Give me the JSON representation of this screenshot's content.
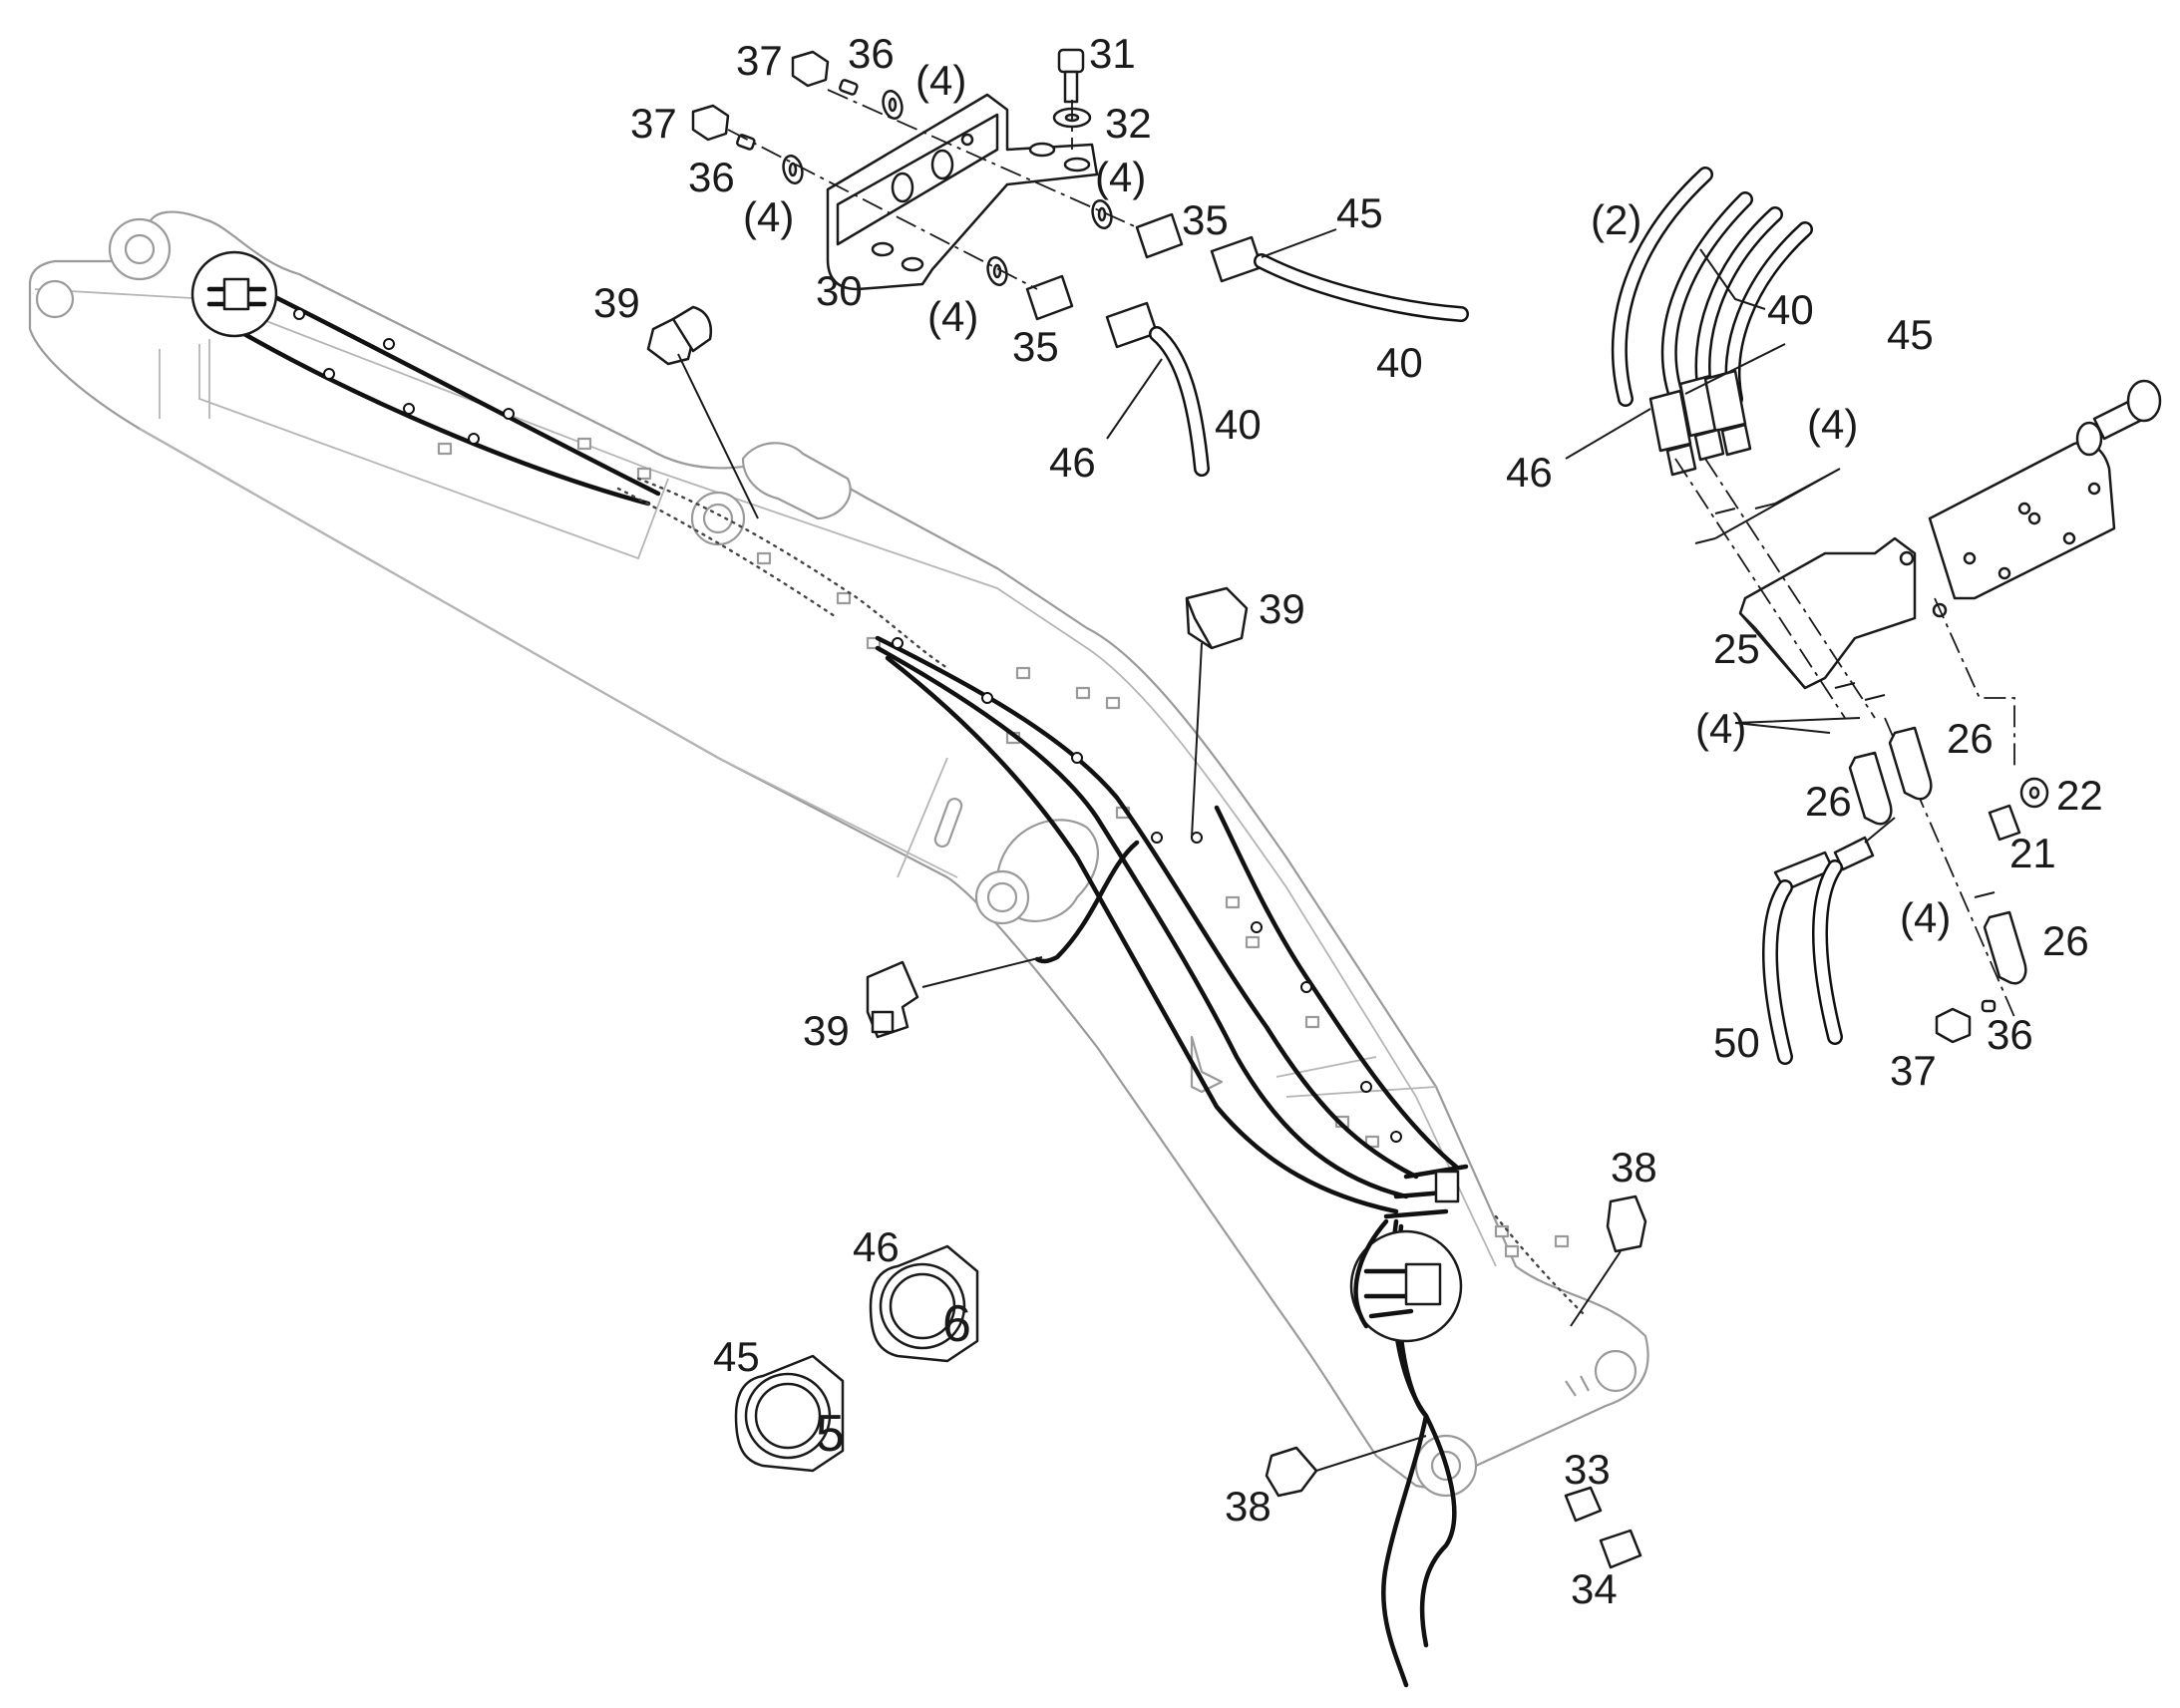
{
  "callouts": {
    "c31": "31",
    "c32": "32",
    "c36a": "36",
    "c37a": "37",
    "c4a": "(4)",
    "c37b": "37",
    "c36b": "36",
    "c4b": "(4)",
    "c4c": "(4)",
    "c35a": "35",
    "c45a": "45",
    "c30": "30",
    "c4d": "(4)",
    "c35b": "35",
    "c40a": "40",
    "c46a": "46",
    "c40b": "40",
    "c39a": "39",
    "c39b": "39",
    "c39c": "39",
    "c2": "(2)",
    "c40c": "40",
    "c45b": "45",
    "c46b": "46",
    "c4e": "(4)",
    "c25": "25",
    "c4f": "(4)",
    "c26a": "26",
    "c26b": "26",
    "c22": "22",
    "c21": "21",
    "c4g": "(4)",
    "c26c": "26",
    "c50": "50",
    "c36c": "36",
    "c37c": "37",
    "c38a": "38",
    "c38b": "38",
    "c33": "33",
    "c34": "34",
    "c46c": "46",
    "c45c": "45"
  },
  "hose_markers": {
    "marker45_digit": "5",
    "marker46_digit": "6"
  }
}
